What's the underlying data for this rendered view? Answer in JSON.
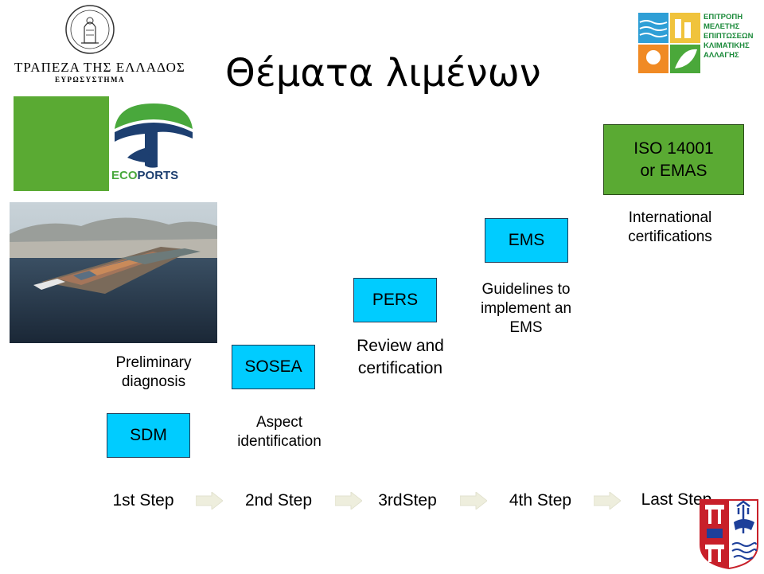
{
  "slide": {
    "title": "Θέματα λιμένων"
  },
  "logos": {
    "bank_name": "ΤΡΑΠΕΖΑ ΤΗΣ ΕΛΛΑΔΟΣ",
    "bank_sub": "ΕΥΡΩΣΥΣΤΗΜΑ",
    "committee_text": "ΕΠΙΤΡΟΠΗ\nΜΕΛΕΤΗΣ\nΕΠΙΠΤΩΣΕΩΝ\nΚΛΙΜΑΤΙΚΗΣ\nΑΛΛΑΓΗΣ",
    "ecoports_eco": "ECO",
    "ecoports_ports": "PORTS"
  },
  "colors": {
    "box_blue": "#00ccff",
    "box_green": "#5aaa33",
    "eco_green": "#5aaa33",
    "eco_navy": "#1d3f70",
    "arrow_fill": "#eeeedd"
  },
  "boxes": {
    "sdm": "SDM",
    "sosea": "SOSEA",
    "pers": "PERS",
    "ems": "EMS",
    "iso": "ISO 14001\nor  EMAS"
  },
  "captions": {
    "preliminary": "Preliminary\ndiagnosis",
    "aspect": "Aspect\nidentification",
    "review": "Review and\ncertification",
    "guidelines": "Guidelines to\nimplement an\nEMS",
    "international": "International\ncertifications"
  },
  "steps": {
    "s1": "1st Step",
    "s2": "2nd Step",
    "s3": "3rdStep",
    "s4": "4th Step",
    "s5": "Last Step"
  }
}
